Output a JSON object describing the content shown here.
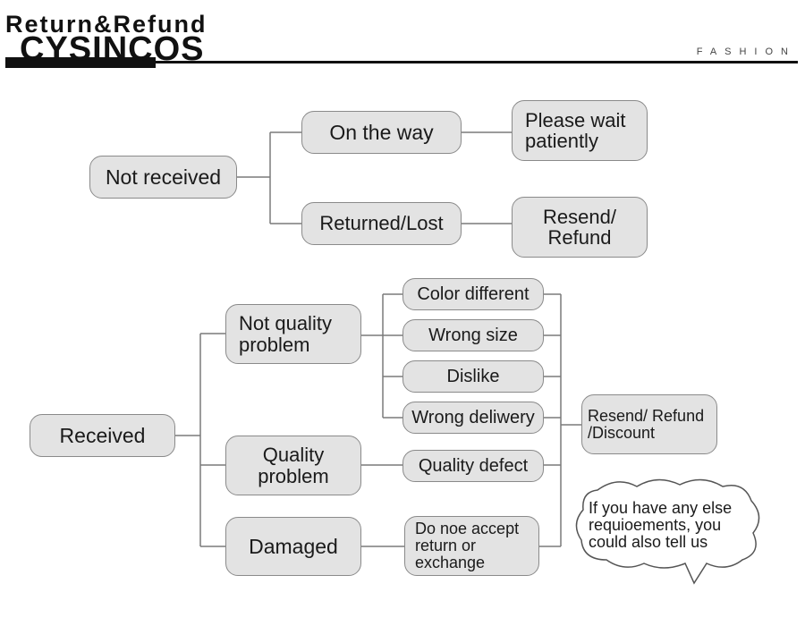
{
  "header": {
    "title": "Return&Refund",
    "brand": "CYSINCOS",
    "tagline": "FASHION"
  },
  "not_received": {
    "root": "Not received",
    "on_the_way": "On the way",
    "please_wait": "Please wait\npatiently",
    "returned_lost": "Returned/Lost",
    "resend_refund": "Resend/\nRefund"
  },
  "received": {
    "root": "Received",
    "not_quality": "Not quality\nproblem",
    "color_different": "Color different",
    "wrong_size": "Wrong size",
    "dislike": "Dislike",
    "wrong_delivery": "Wrong deliwery",
    "quality_problem": "Quality\nproblem",
    "quality_defect": "Quality defect",
    "damaged": "Damaged",
    "do_not_accept": "Do noe accept\nreturn or\nexchange",
    "outcome": "Resend/ Refund\n/Discount"
  },
  "bubble": {
    "text": "If you have any else\nrequioements, you\ncould also tell us"
  }
}
